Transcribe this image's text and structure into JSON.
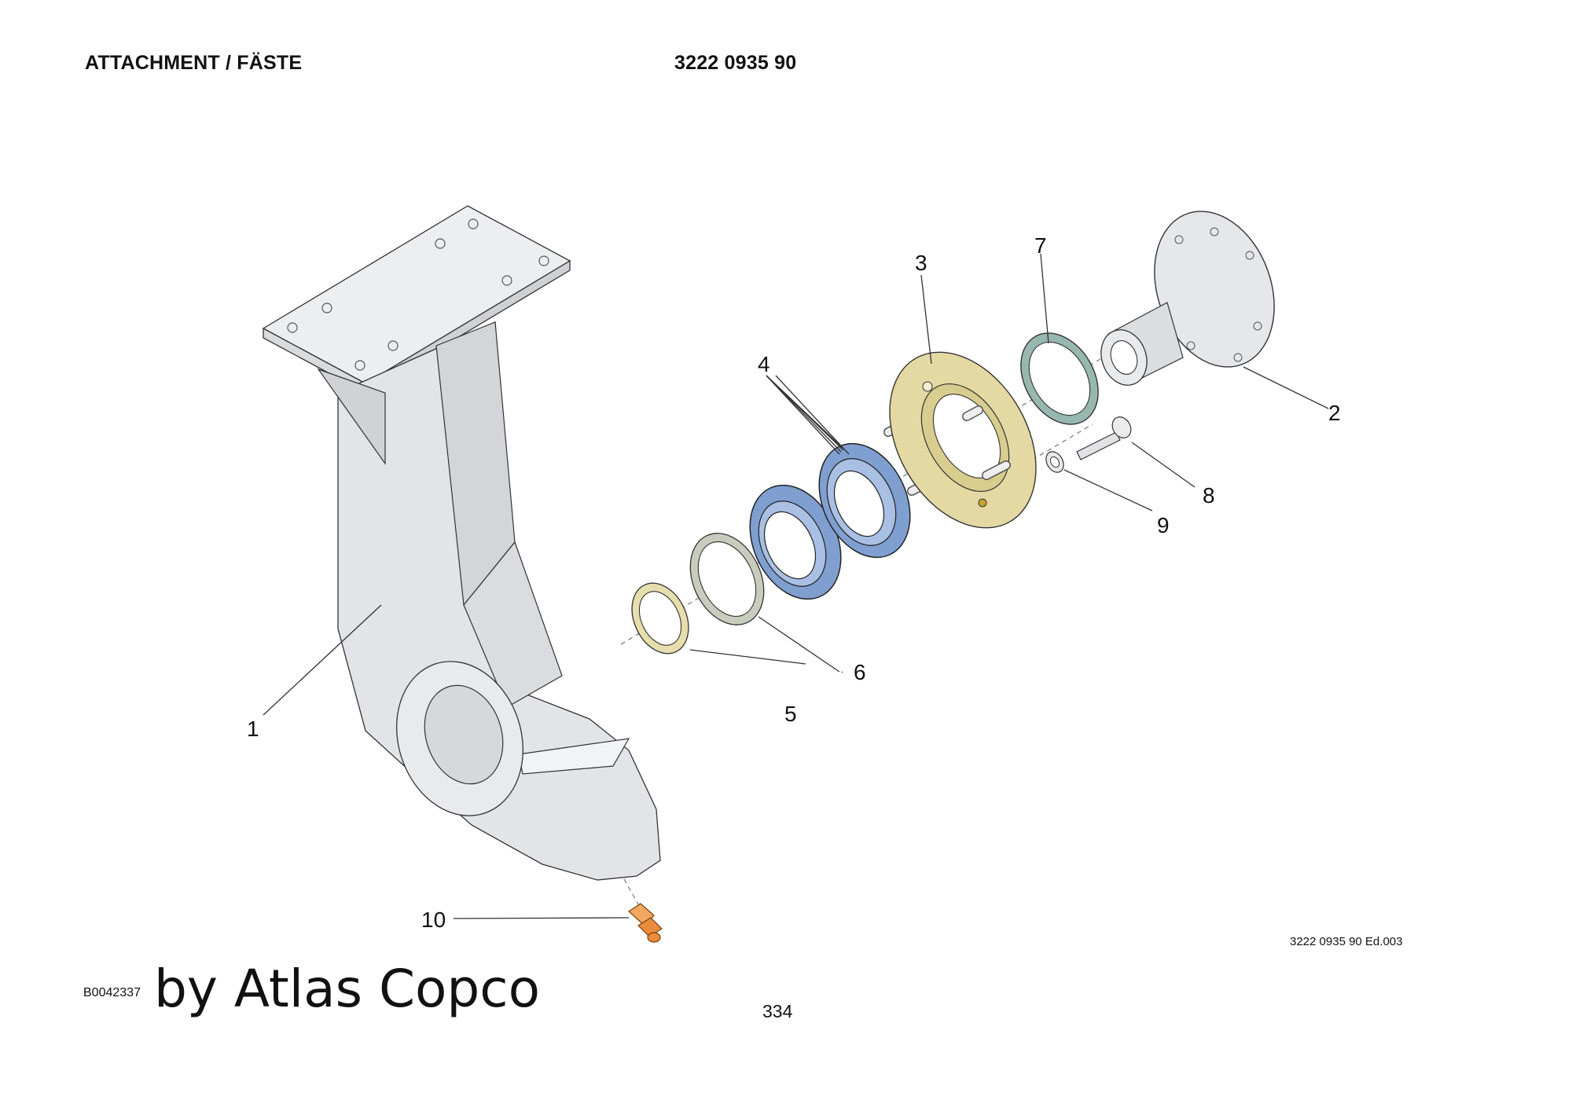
{
  "header": {
    "title": "ATTACHMENT / FÄSTE",
    "part_number": "3222 0935 90"
  },
  "footer": {
    "image_code": "B0042337",
    "brand": "by Atlas Copco",
    "edition": "3222 0935 90 Ed.003",
    "page_number": "334"
  },
  "callouts": {
    "c1": "1",
    "c2": "2",
    "c3": "3",
    "c4": "4",
    "c5": "5",
    "c6": "6",
    "c7": "7",
    "c8": "8",
    "c9": "9",
    "c10": "10"
  },
  "colors": {
    "bracket": "#e3e4e7",
    "bearing": "#7f9fd0",
    "flange": "#e4d9a3",
    "seal": "#97b8ae",
    "washer": "#c8ccbc",
    "nut": "#e6dfad",
    "nipple": "#e98c3c"
  }
}
